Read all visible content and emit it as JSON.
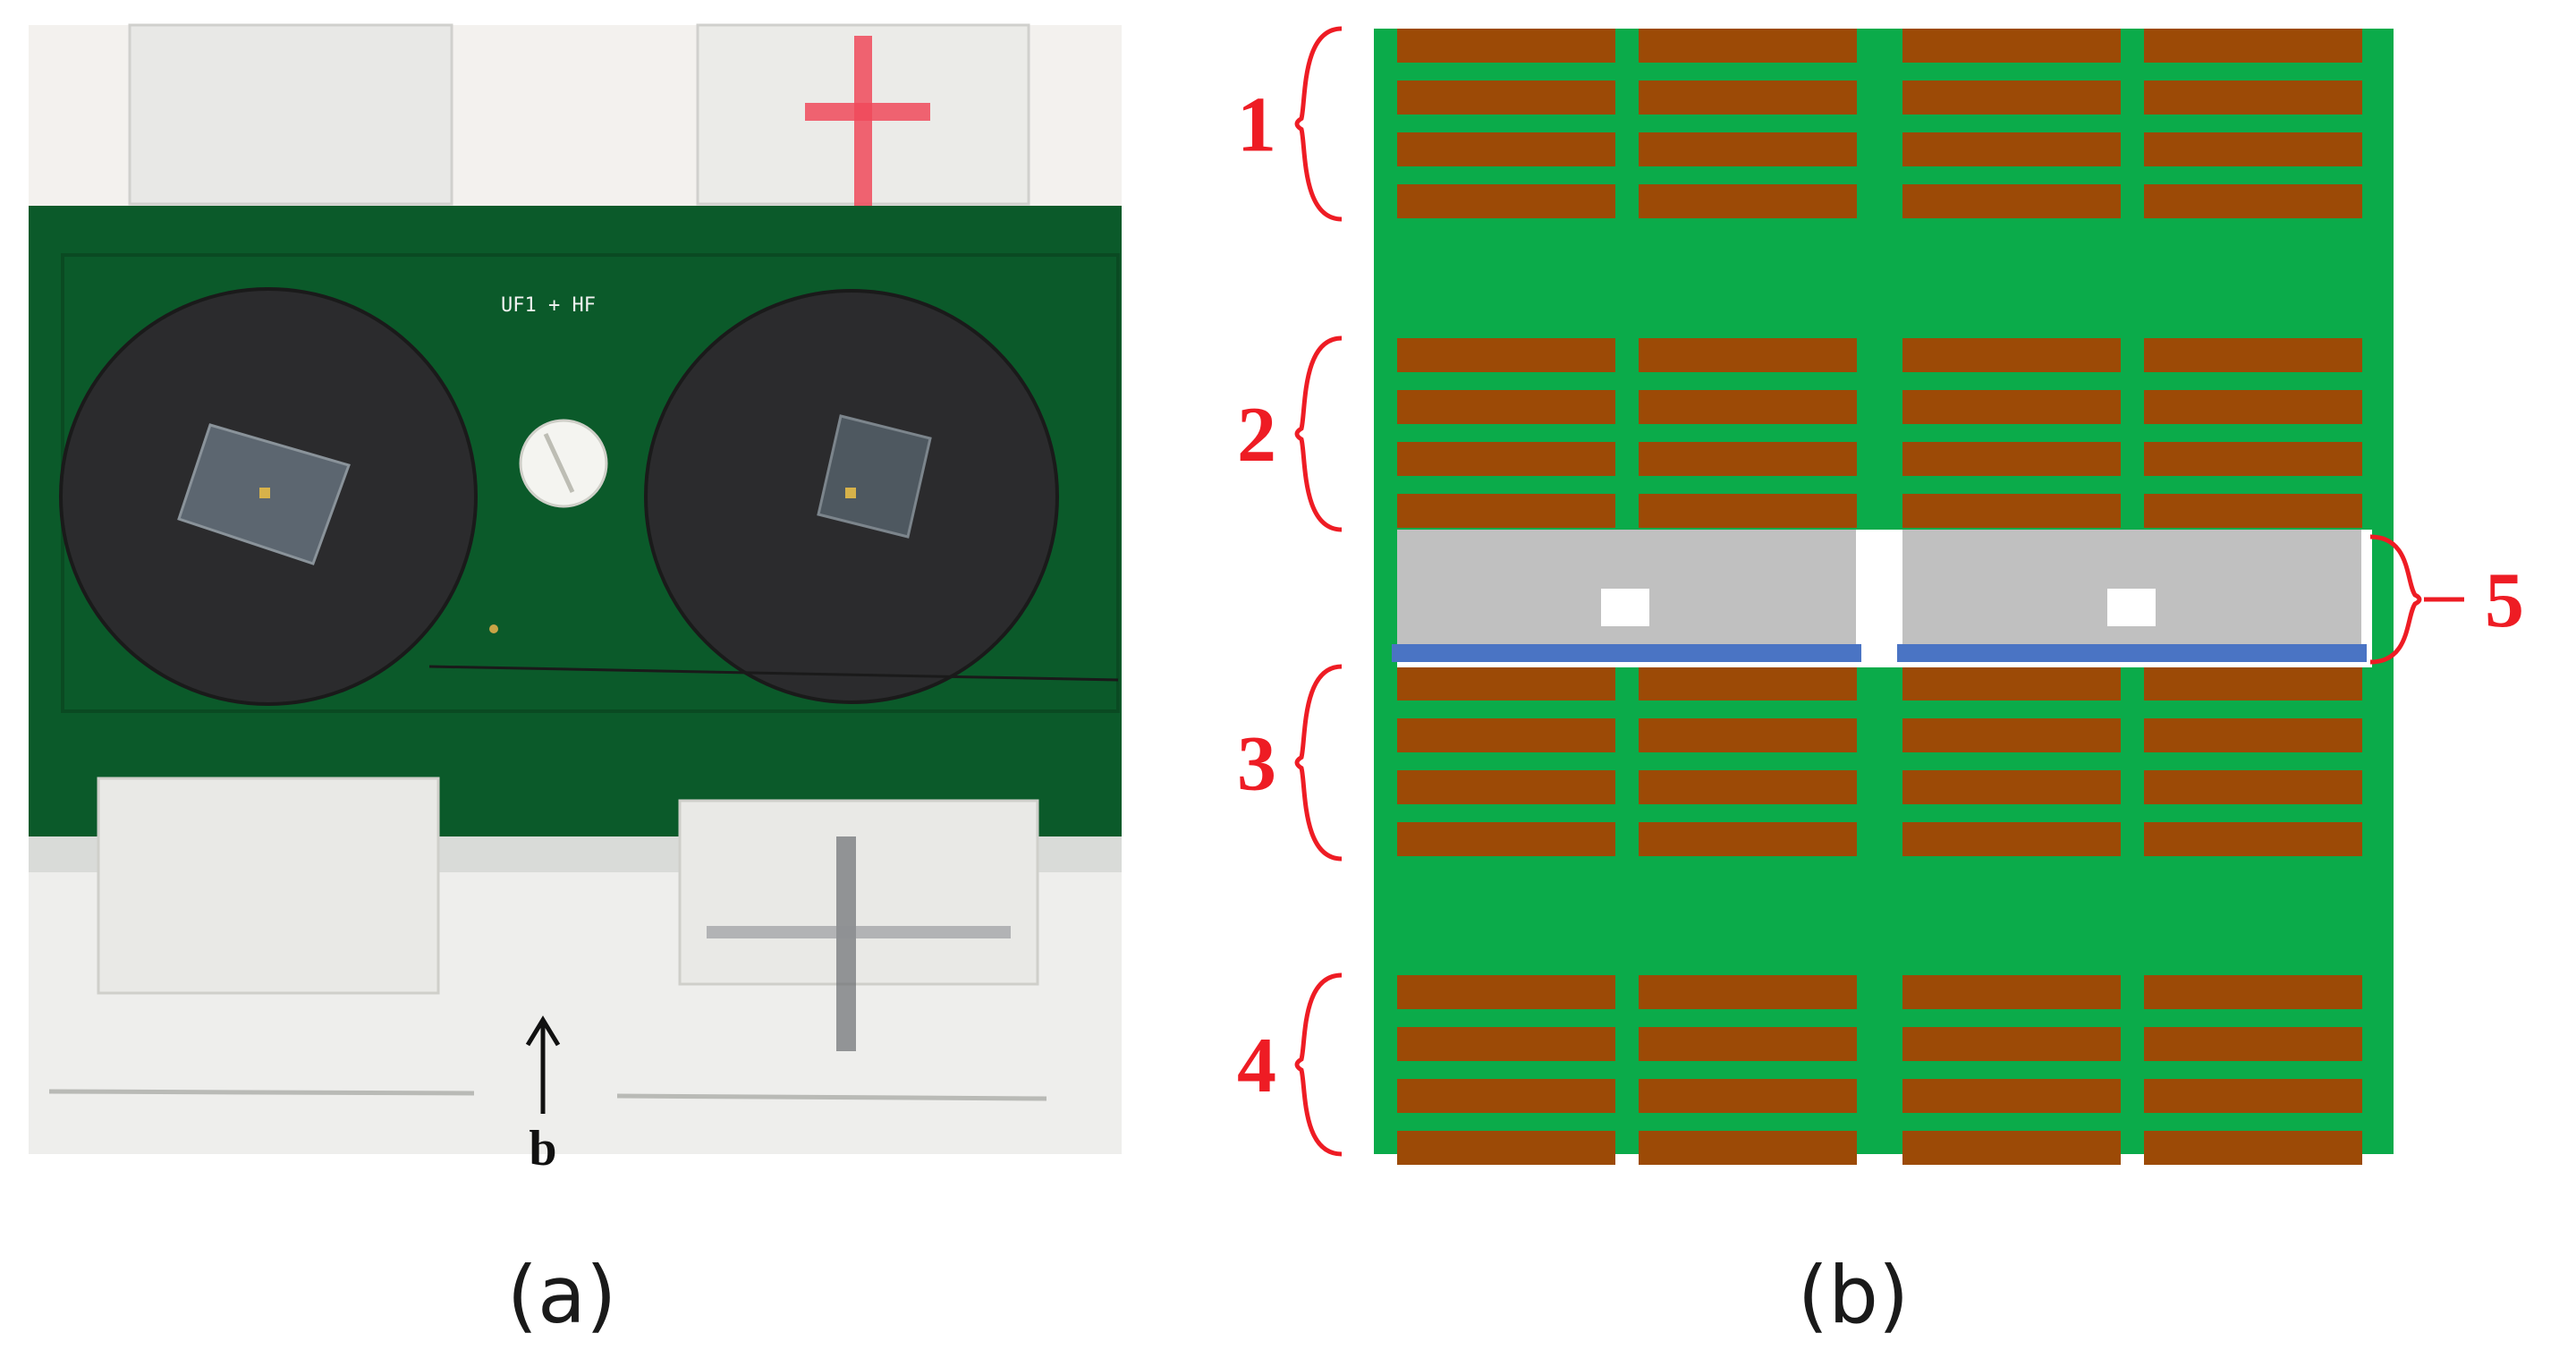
{
  "panel_a": {
    "caption": "(a)",
    "arrow_label": "b",
    "pcb_silkscreen": "UF1 + HF"
  },
  "panel_b": {
    "caption": "(b)",
    "labels": [
      "1",
      "2",
      "3",
      "4",
      "5"
    ]
  },
  "colors": {
    "pcb_green": "#0a8a3b",
    "strip_brown": "#9c4a06",
    "label_red": "#ee1c24",
    "gray": "#c0c0c0",
    "blue": "#4a74c4"
  }
}
